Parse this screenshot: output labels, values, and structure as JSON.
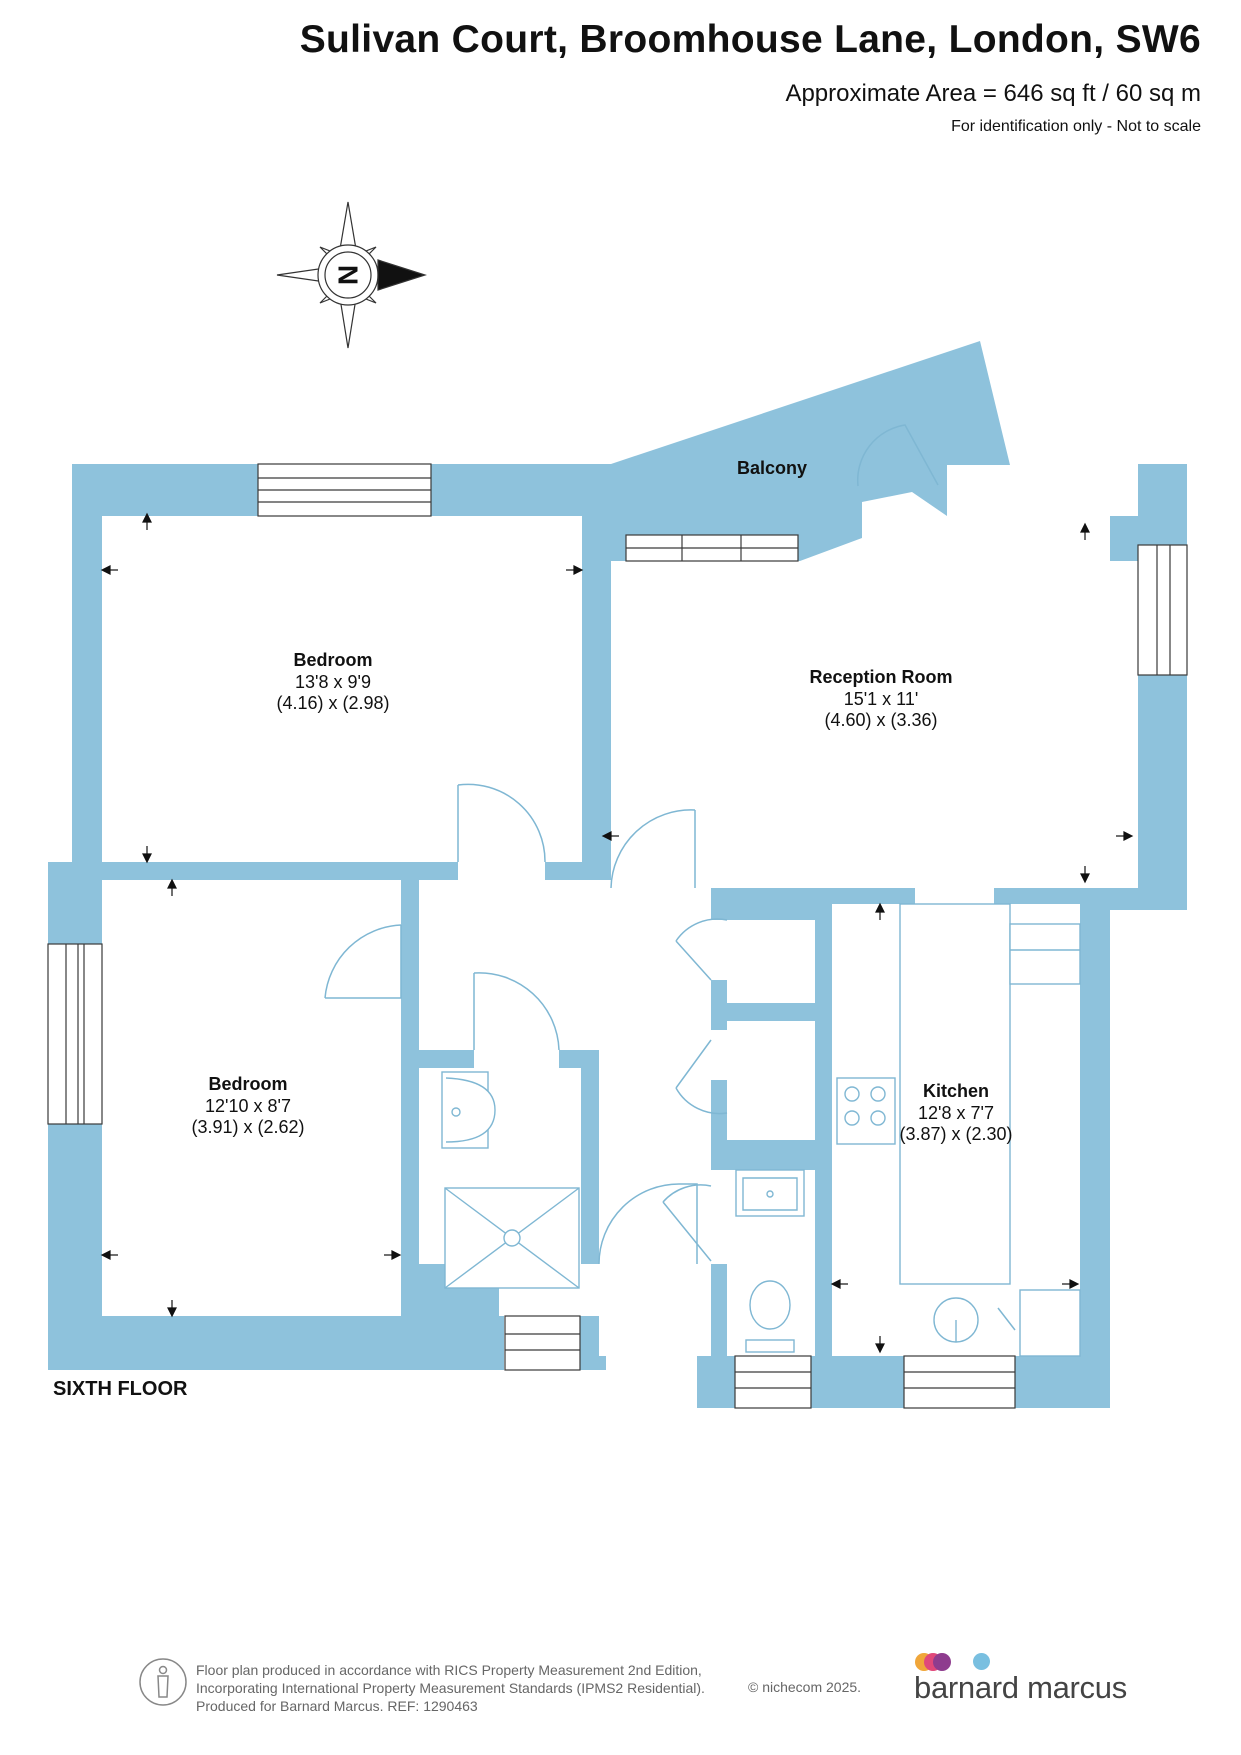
{
  "header": {
    "address": "Sulivan Court, Broomhouse Lane, London, SW6",
    "area": "Approximate Area = 646 sq ft / 60 sq m",
    "note": "For identification only - Not to scale"
  },
  "compass": {
    "letter": "N"
  },
  "rooms": {
    "bedroom1": {
      "name": "Bedroom",
      "imperial": "13'8 x 9'9",
      "metric": "(4.16) x (2.98)"
    },
    "bedroom2": {
      "name": "Bedroom",
      "imperial": "12'10 x 8'7",
      "metric": "(3.91) x (2.62)"
    },
    "reception": {
      "name": "Reception Room",
      "imperial": "15'1 x 11'",
      "metric": "(4.60) x (3.36)"
    },
    "kitchen": {
      "name": "Kitchen",
      "imperial": "12'8 x 7'7",
      "metric": "(3.87) x (2.30)"
    },
    "balcony": {
      "name": "Balcony"
    }
  },
  "floor_label": "SIXTH FLOOR",
  "footer": {
    "line1": "Floor plan produced in accordance with RICS Property Measurement 2nd Edition,",
    "line2": "Incorporating International Property Measurement Standards (IPMS2 Residential).",
    "line3": "Produced for Barnard Marcus.   REF:  1290463",
    "copyright": "© nichecom 2025.",
    "brand": "barnard marcus"
  },
  "colors": {
    "wall": "#8ec2dc",
    "line": "#7fb7d3",
    "brand_dots": [
      "#f0a63a",
      "#e0487a",
      "#8e3c8e",
      "#79bfe0"
    ]
  }
}
